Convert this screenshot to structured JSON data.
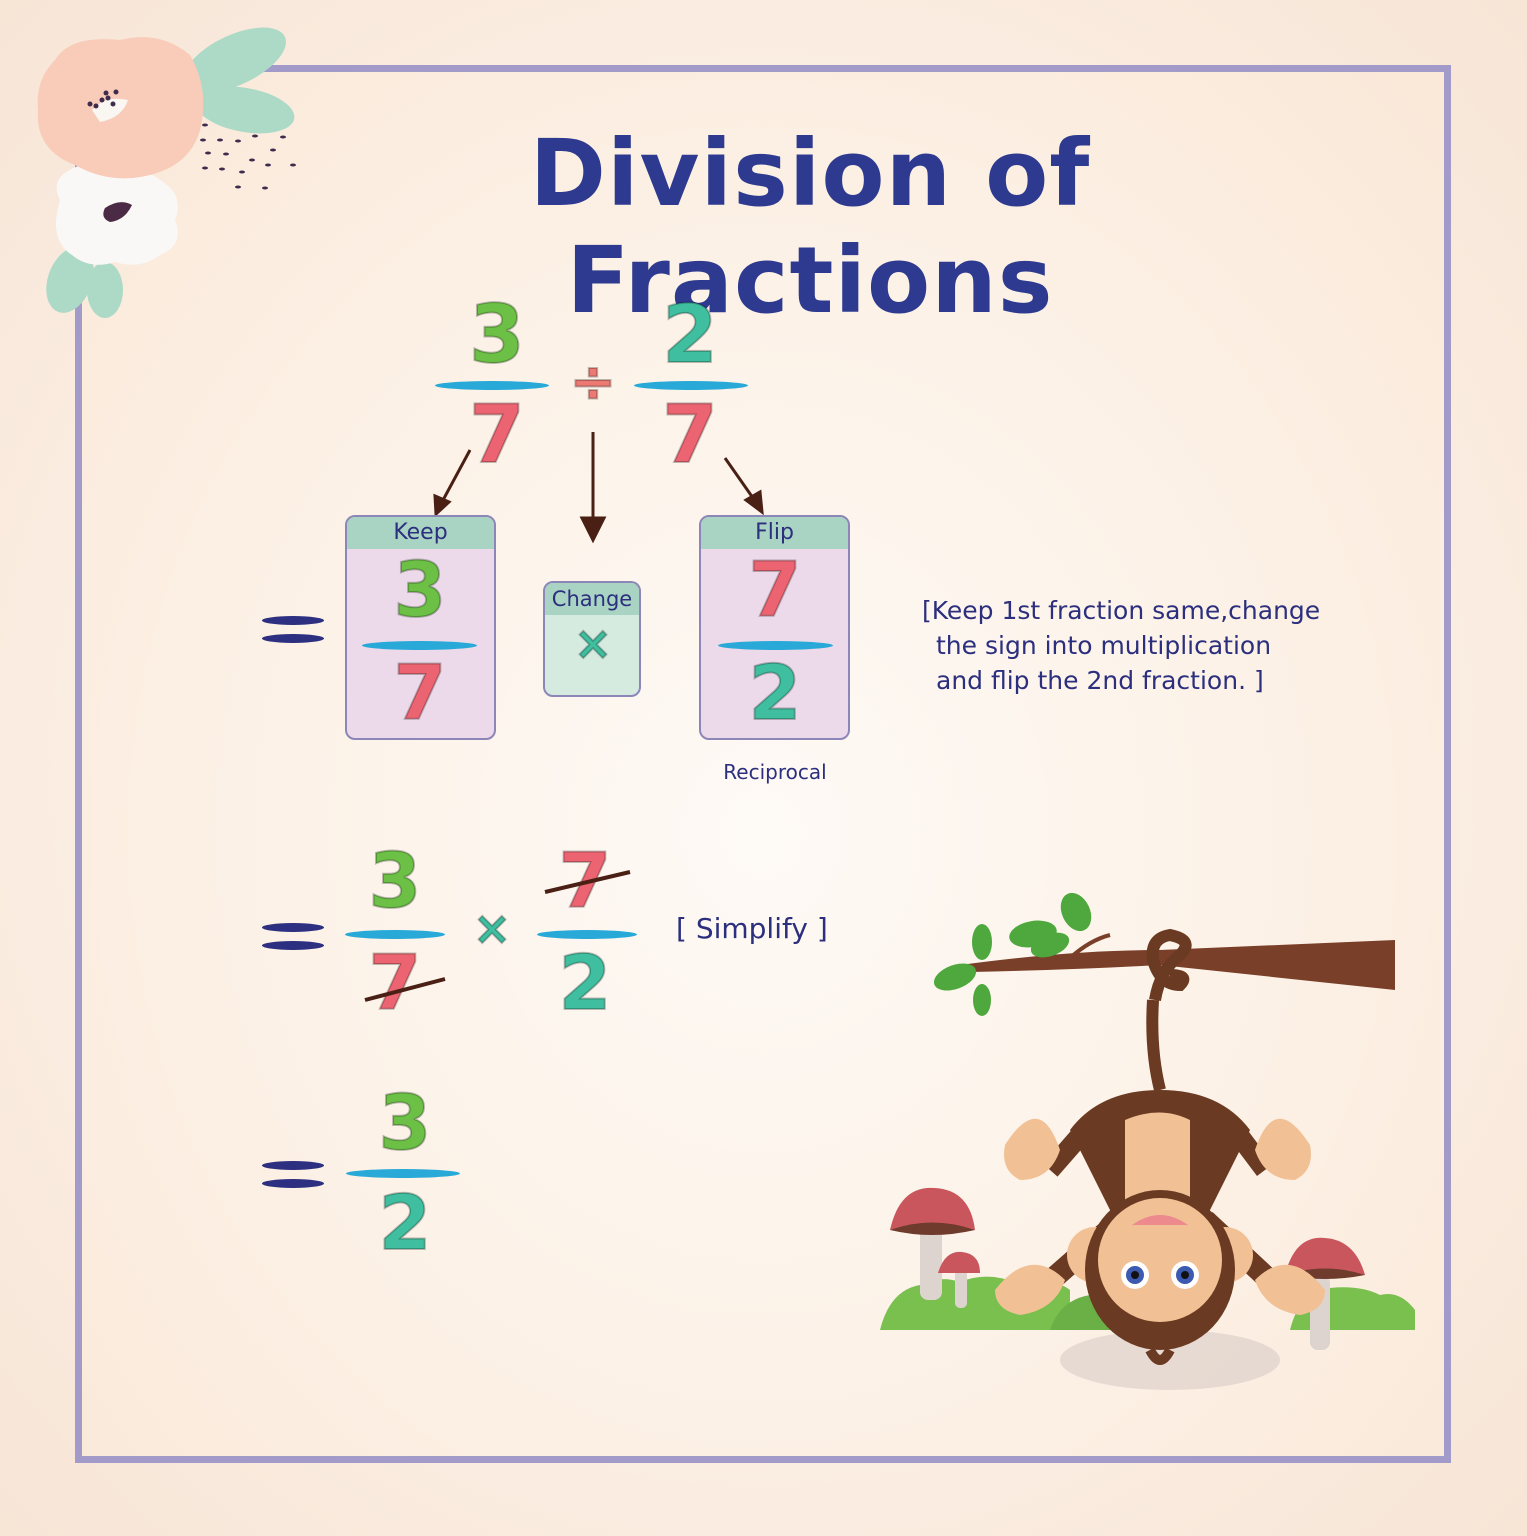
{
  "title": "Division of Fractions",
  "colors": {
    "title": "#2d3a8f",
    "frame_border": "#a29ac8",
    "fraction_bar": "#28a9d8",
    "digit_3": "#6cc046",
    "digit_2": "#3fbf9f",
    "digit_7": "#ec6471",
    "box_header": "#a9d3c3",
    "box_body": "#ecdaea",
    "change_body": "#d5ebe0",
    "text": "#2b2f7d"
  },
  "problem": {
    "fraction1": {
      "numerator": "3",
      "denominator": "7"
    },
    "operator": "÷",
    "fraction2": {
      "numerator": "2",
      "denominator": "7"
    }
  },
  "step1": {
    "equals": "=",
    "keep": {
      "label": "Keep",
      "numerator": "3",
      "denominator": "7"
    },
    "change": {
      "label": "Change",
      "symbol": "×"
    },
    "flip": {
      "label": "Flip",
      "numerator": "7",
      "denominator": "2",
      "caption": "Reciprocal"
    },
    "note": [
      "[Keep 1st fraction same,change",
      "the sign into multiplication",
      "and flip the 2nd fraction. ]"
    ]
  },
  "step2": {
    "equals": "=",
    "fraction1": {
      "numerator": "3",
      "denominator": "7",
      "denominator_crossed": true
    },
    "operator": "×",
    "fraction2": {
      "numerator": "7",
      "denominator": "2",
      "numerator_crossed": true
    },
    "note": "[ Simplify ]"
  },
  "result": {
    "equals": "=",
    "numerator": "3",
    "denominator": "2"
  },
  "decorations": [
    "flower-cluster-icon",
    "hanging-monkey-illustration",
    "mushroom-icon",
    "tree-branch-icon"
  ]
}
